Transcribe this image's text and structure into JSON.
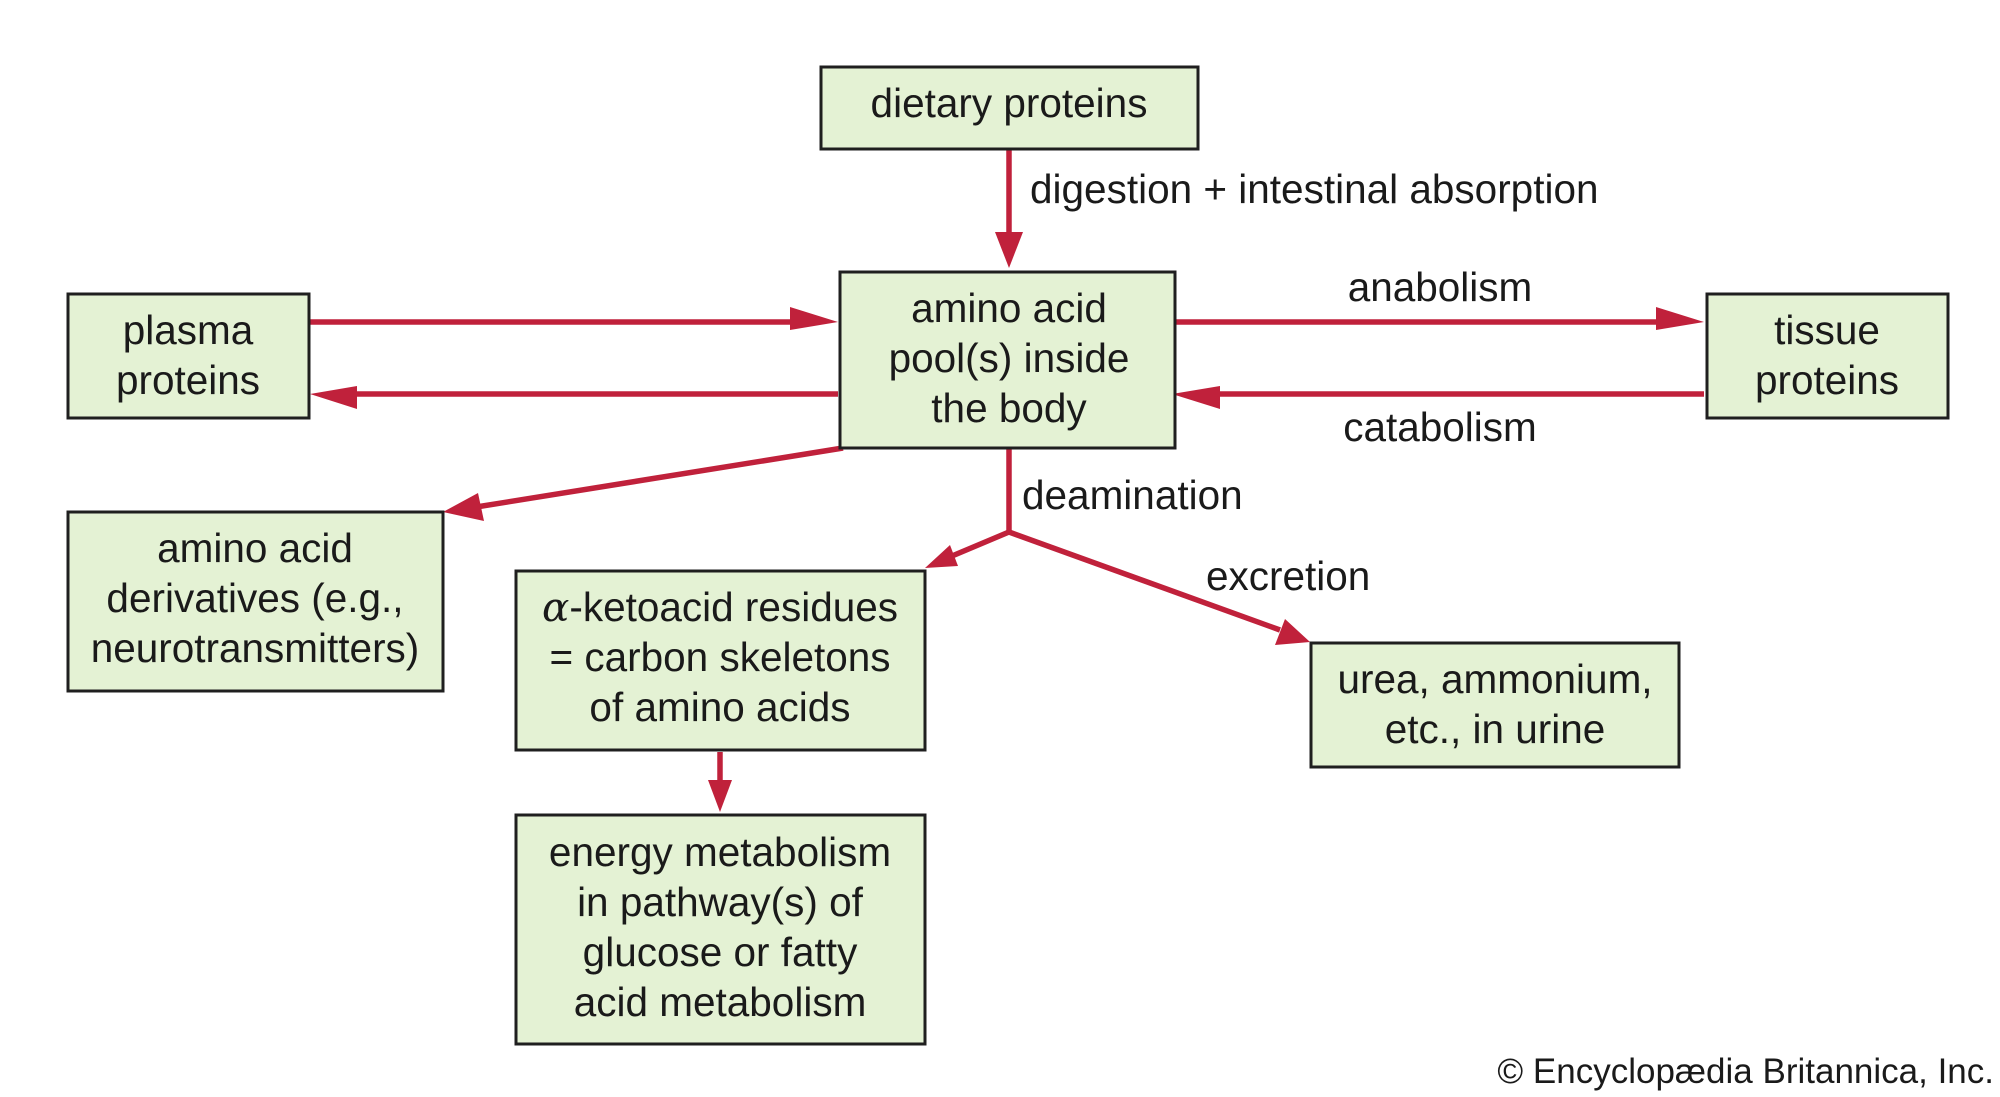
{
  "nodes": {
    "dietary": {
      "lines": [
        "dietary proteins"
      ]
    },
    "pool": {
      "lines": [
        "amino acid",
        "pool(s) inside",
        "the body"
      ]
    },
    "plasma": {
      "lines": [
        "plasma",
        "proteins"
      ]
    },
    "tissue": {
      "lines": [
        "tissue",
        "proteins"
      ]
    },
    "derivatives": {
      "lines": [
        "amino acid",
        "derivatives (e.g.,",
        "neurotransmitters)"
      ]
    },
    "ketoacid": {
      "alpha": "α",
      "lines": [
        "-ketoacid residues",
        "= carbon skeletons",
        "of amino acids"
      ]
    },
    "urea": {
      "lines": [
        "urea, ammonium,",
        "etc., in urine"
      ]
    },
    "energy": {
      "lines": [
        "energy metabolism",
        "in pathway(s) of",
        "glucose or fatty",
        "acid metabolism"
      ]
    }
  },
  "edge_labels": {
    "digestion": "digestion + intestinal absorption",
    "anabolism": "anabolism",
    "catabolism": "catabolism",
    "deamination": "deamination",
    "excretion": "excretion"
  },
  "credit": "© Encyclopædia Britannica, Inc.",
  "colors": {
    "arrow": "#c0213b",
    "box_fill": "#e4f2d4",
    "box_border": "#1f1f1f",
    "text": "#1a1a1a"
  }
}
